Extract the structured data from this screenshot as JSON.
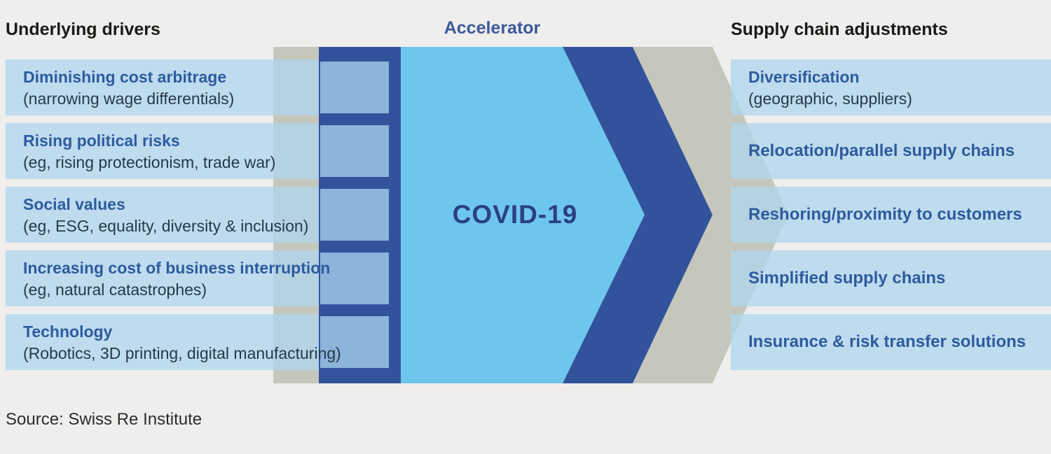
{
  "colors": {
    "background": "#efeeec",
    "box_fill": "rgba(174,213,239,0.75)",
    "gray": "#c6c7bc",
    "dark_blue": "#32539c",
    "cell_blue": "#8db4db",
    "sky_blue": "#6ec6ee",
    "title_blue": "#2d5b9e",
    "subtitle_dark": "#26394a",
    "heading_black": "#1a1a18",
    "accelerator_heading_blue": "#3b5a9a",
    "covid_navy": "#2b4085",
    "source_color": "#2c2c2a"
  },
  "headings": {
    "left": "Underlying drivers",
    "center": "Accelerator",
    "right": "Supply chain adjustments"
  },
  "left_rows": [
    {
      "title": "Diminishing cost arbitrage",
      "subtitle": "(narrowing wage differentials)"
    },
    {
      "title": "Rising political risks",
      "subtitle": "(eg, rising protectionism, trade war)"
    },
    {
      "title": "Social values",
      "subtitle": "(eg, ESG, equality, diversity & inclusion)"
    },
    {
      "title": "Increasing cost of business interruption",
      "subtitle": "(eg, natural catastrophes)"
    },
    {
      "title": "Technology",
      "subtitle": "(Robotics, 3D printing, digital manufacturing)"
    }
  ],
  "accelerator_label": "COVID-19",
  "right_rows": [
    {
      "title": "Diversification",
      "subtitle": "(geographic, suppliers)"
    },
    {
      "title": "Relocation/parallel supply chains"
    },
    {
      "title": "Reshoring/proximity to customers"
    },
    {
      "title": "Simplified supply chains"
    },
    {
      "title": "Insurance & risk transfer solutions"
    }
  ],
  "source": "Source: Swiss Re Institute"
}
